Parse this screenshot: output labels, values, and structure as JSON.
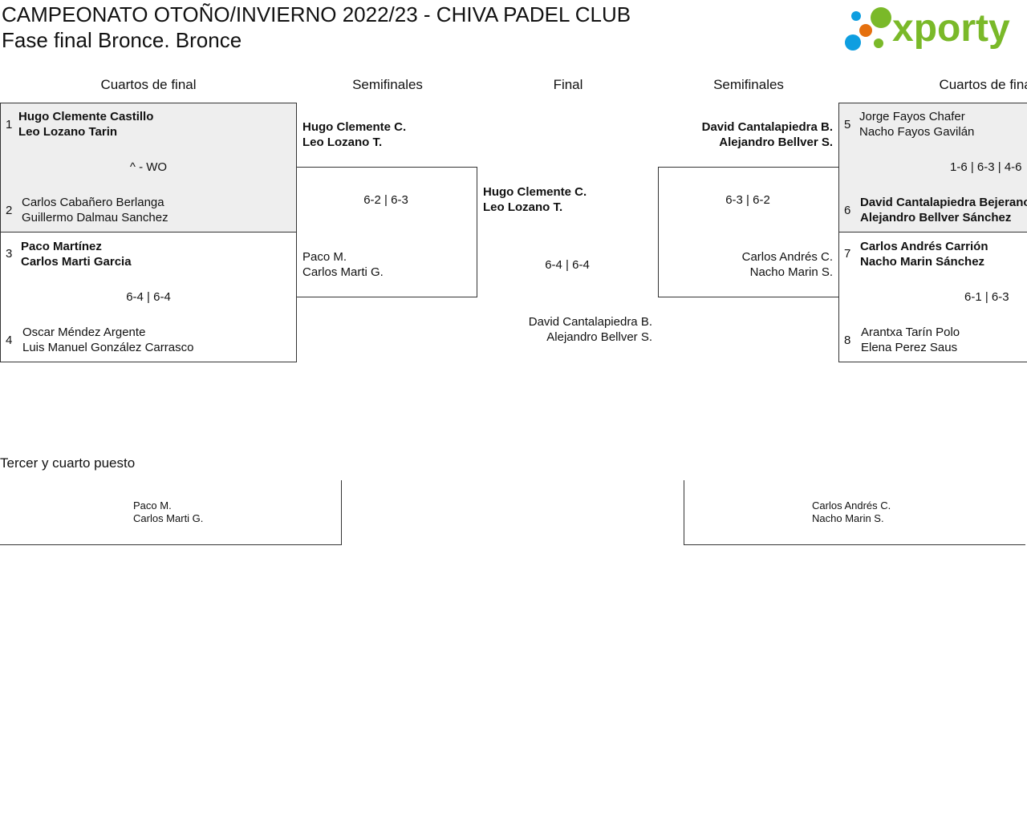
{
  "header": {
    "title": "CAMPEONATO OTOÑO/INVIERNO 2022/23 - CHIVA PADEL CLUB",
    "subtitle": "Fase final Bronce. Bronce",
    "logo_text": "xporty",
    "colors": {
      "logo_green": "#7ab929",
      "logo_blue": "#0e9ee0",
      "logo_orange": "#e5700e"
    }
  },
  "rounds": [
    "Cuartos de final",
    "Semifinales",
    "Final",
    "Semifinales",
    "Cuartos de final"
  ],
  "quarterfinals": [
    {
      "seed_a": "1",
      "team_a": [
        "Hugo Clemente Castillo",
        "Leo Lozano Tarin"
      ],
      "score": "^ - WO",
      "seed_b": "2",
      "team_b": [
        "Carlos Cabañero Berlanga",
        "Guillermo Dalmau Sanchez"
      ]
    },
    {
      "seed_a": "3",
      "team_a": [
        "Paco Martínez",
        "Carlos Marti Garcia"
      ],
      "score": "6-4 | 6-4",
      "seed_b": "4",
      "team_b": [
        "Oscar Méndez Argente",
        "Luis Manuel González Carrasco"
      ]
    },
    {
      "seed_a": "5",
      "team_a": [
        "Jorge Fayos Chafer",
        "Nacho Fayos Gavilán"
      ],
      "score": "1-6 | 6-3 | 4-6",
      "seed_b": "6",
      "team_b": [
        "David Cantalapiedra Bejerano",
        "Alejandro Bellver Sánchez"
      ]
    },
    {
      "seed_a": "7",
      "team_a": [
        "Carlos Andrés Carrión",
        "Nacho Marin Sánchez"
      ],
      "score": "6-1 | 6-3",
      "seed_b": "8",
      "team_b": [
        "Arantxa Tarín Polo",
        "Elena Perez Saus"
      ]
    }
  ],
  "semifinals": [
    {
      "team_a": [
        "Hugo Clemente C.",
        "Leo Lozano T."
      ],
      "score": "6-2 | 6-3",
      "team_b": [
        "Paco M.",
        "Carlos Marti G."
      ]
    },
    {
      "team_a": [
        "David Cantalapiedra B.",
        "Alejandro Bellver S."
      ],
      "score": "6-3 | 6-2",
      "team_b": [
        "Carlos Andrés C.",
        "Nacho Marin S."
      ]
    }
  ],
  "final": {
    "team_a": [
      "Hugo Clemente C.",
      "Leo Lozano T."
    ],
    "score": "6-4 | 6-4",
    "team_b": [
      "David Cantalapiedra B.",
      "Alejandro Bellver S."
    ]
  },
  "third_place": {
    "title": "Tercer y cuarto puesto",
    "team_a": [
      "Paco M.",
      "Carlos Marti G."
    ],
    "team_b": [
      "Carlos Andrés C.",
      "Nacho Marin S."
    ]
  }
}
